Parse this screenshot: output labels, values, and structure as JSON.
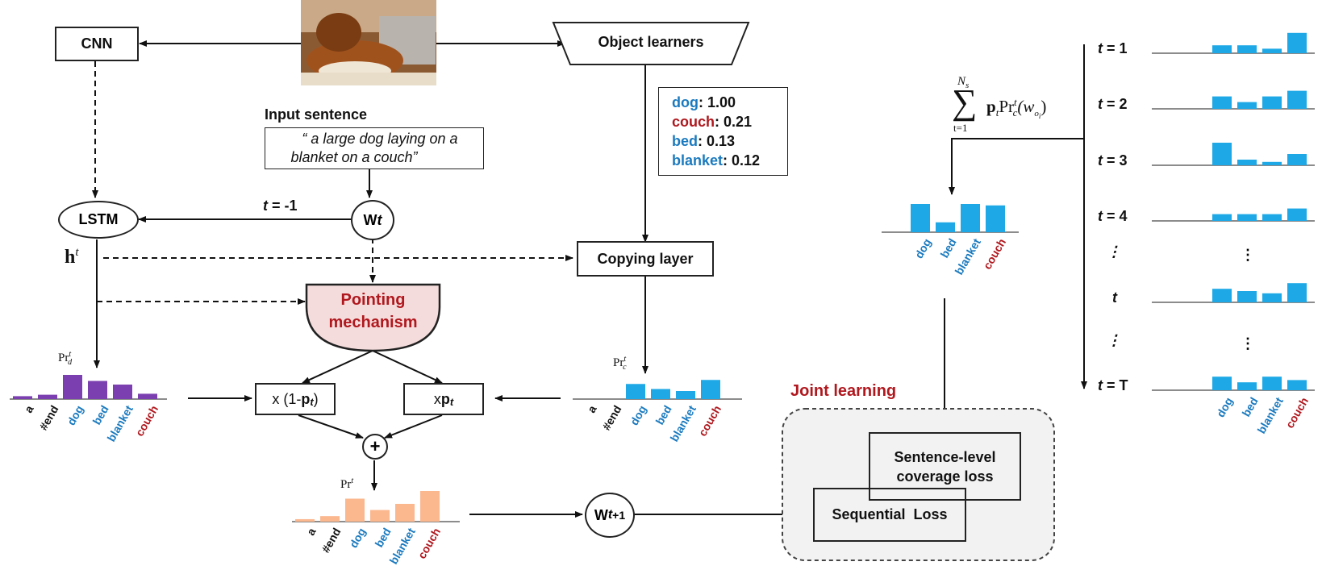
{
  "colors": {
    "blue": "#1a7abf",
    "red": "#b0181e",
    "purple": "#7b3fb0",
    "cyan": "#1ea9e6",
    "peach": "#fbb88f",
    "pinkFill": "#f5dcdc",
    "jointFill": "#f2f2f2"
  },
  "nodes": {
    "cnn": "CNN",
    "lstm": "LSTM",
    "object_learners": "Object learners",
    "input_sentence_title": "Input sentence",
    "input_sentence_line1": "“ a large dog laying on a",
    "input_sentence_line2": "blanket on a couch”",
    "wt_main": "W",
    "wt_sub": "t",
    "t_minus_one_t": "t",
    "t_minus_one_rest": " = -1",
    "ht_bold": "h",
    "ht_sup": "t",
    "copying_layer": "Copying layer",
    "pointing_line1": "Pointing",
    "pointing_line2": "mechanism",
    "mult_left_a": "x (1-",
    "mult_left_b": "p",
    "mult_left_c": "t",
    "mult_left_d": ")",
    "mult_right_a": "x ",
    "mult_right_b": "p",
    "mult_right_c": "t",
    "plus": "+",
    "wt1_main": "W",
    "wt1_sub": "t",
    "wt1_tail": "+1",
    "joint_learning": "Joint learning",
    "coverage_line1": "Sentence-level",
    "coverage_line2": "coverage loss",
    "sequential_loss": "Sequential  Loss",
    "sum_formula_main": "∑",
    "sum_upper": "N",
    "sum_upper_sub": "s",
    "sum_lower": "t=1",
    "sum_body": "p",
    "sum_body2": "Pr",
    "sum_body3": "(w",
    "sum_body4": ")"
  },
  "object_scores": [
    {
      "name": "dog",
      "value": ": 1.00",
      "color": "blue"
    },
    {
      "name": "couch",
      "value": ": 0.21",
      "color": "red"
    },
    {
      "name": "bed",
      "value": ": 0.13",
      "color": "blue"
    },
    {
      "name": "blanket",
      "value": ": 0.12",
      "color": "blue"
    }
  ],
  "dist_labels": {
    "prd": "Pr",
    "prd_sub": "d",
    "prd_sup": "t",
    "prc": "Pr",
    "prc_sub": "c",
    "prc_sup": "t",
    "pr": "Pr",
    "pr_sup": "t"
  },
  "chart_data": [
    {
      "type": "bar",
      "name_hint": "decoder",
      "categories": [
        "a",
        "#end",
        "dog",
        "bed",
        "blanket",
        "couch"
      ],
      "values": [
        0.12,
        0.18,
        1.0,
        0.75,
        0.6,
        0.22
      ]
    },
    {
      "type": "bar",
      "name_hint": "copy",
      "categories": [
        "a",
        "#end",
        "dog",
        "bed",
        "blanket",
        "couch"
      ],
      "values": [
        0,
        0,
        0.75,
        0.5,
        0.4,
        0.95
      ]
    },
    {
      "type": "bar",
      "name_hint": "final",
      "categories": [
        "a",
        "#end",
        "dog",
        "bed",
        "blanket",
        "couch"
      ],
      "values": [
        0.08,
        0.18,
        0.75,
        0.38,
        0.58,
        1.0
      ]
    },
    {
      "type": "bar",
      "name_hint": "summed",
      "categories": [
        "dog",
        "bed",
        "blanket",
        "couch"
      ],
      "values": [
        1.0,
        0.35,
        1.0,
        0.95
      ]
    }
  ],
  "timesteps": [
    {
      "label_t": "t",
      "label_rest": " = 1",
      "values": [
        0.35,
        0.35,
        0.2,
        0.9
      ]
    },
    {
      "label_t": "t",
      "label_rest": " = 2",
      "values": [
        0.55,
        0.3,
        0.55,
        0.8
      ]
    },
    {
      "label_t": "t",
      "label_rest": " = 3",
      "values": [
        1.0,
        0.25,
        0.15,
        0.5
      ]
    },
    {
      "label_t": "t",
      "label_rest": " = 4",
      "values": [
        0.3,
        0.3,
        0.3,
        0.55
      ]
    },
    {
      "label_t": "⋮",
      "label_rest": "",
      "values": null
    },
    {
      "label_t": "t",
      "label_rest": "",
      "values": [
        0.6,
        0.5,
        0.4,
        0.85
      ]
    },
    {
      "label_t": "⋮",
      "label_rest": "",
      "values": null
    },
    {
      "label_t": "t",
      "label_rest": " = T",
      "values": [
        0.6,
        0.35,
        0.6,
        0.45
      ]
    }
  ],
  "timestep_categories": [
    "dog",
    "bed",
    "blanket",
    "couch"
  ],
  "category_colors": {
    "a": "#111",
    "#end": "#111",
    "dog": "blue",
    "bed": "blue",
    "blanket": "blue",
    "couch": "red"
  }
}
